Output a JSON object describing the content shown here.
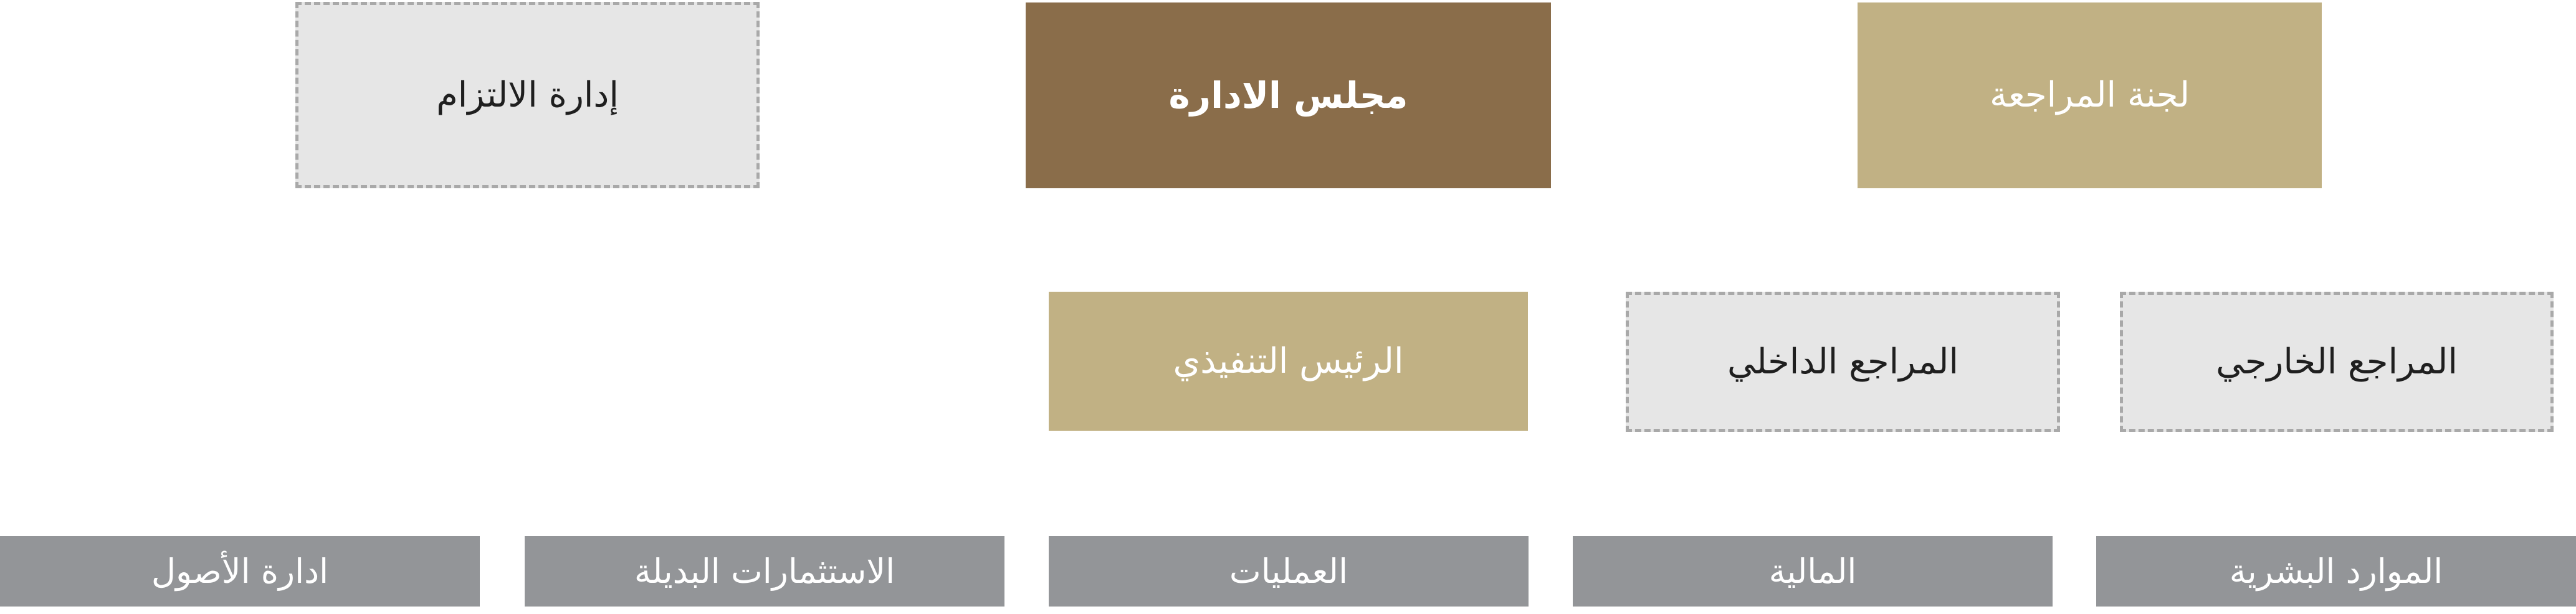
{
  "colors": {
    "board": "#8a6d4a",
    "tan": "#c1b184",
    "dashed_fill": "#e6e6e6",
    "dashed_border": "#a9a9a9",
    "department": "#939598"
  },
  "top_row": {
    "compliance": "إدارة الالتزام",
    "board": "مجلس الادارة",
    "audit_committee": "لجنة المراجعة"
  },
  "middle_row": {
    "ceo": "الرئيس التنفيذي",
    "internal_auditor": "المراجع الداخلي",
    "external_auditor": "المراجع الخارجي"
  },
  "departments": {
    "assets": "ادارة الأصول",
    "alternative_investments": "الاستثمارات البديلة",
    "operations": "العمليات",
    "finance": "المالية",
    "hr": "الموارد البشرية"
  }
}
